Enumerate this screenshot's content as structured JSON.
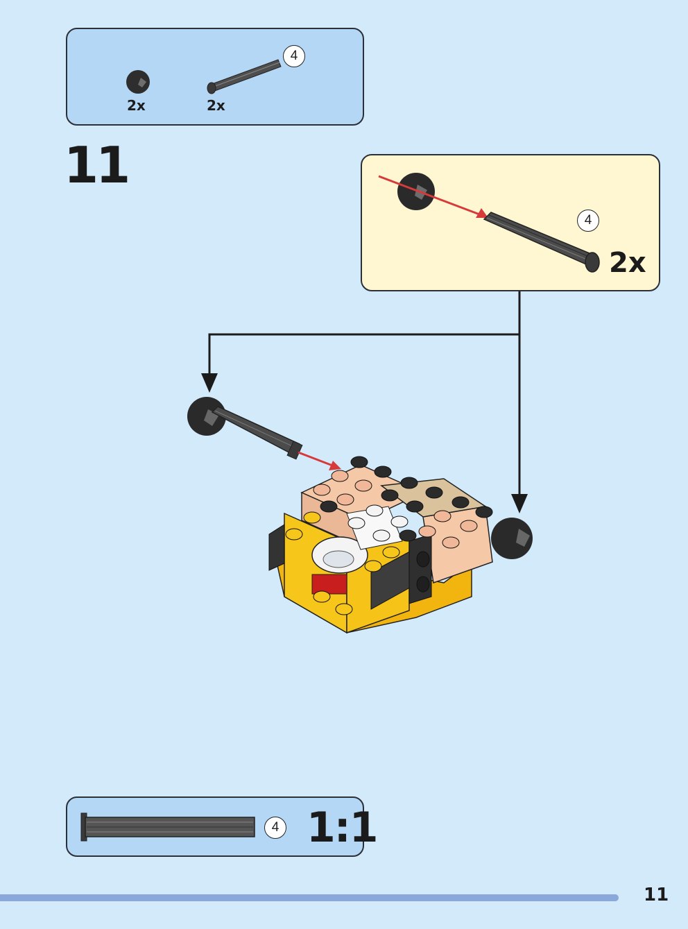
{
  "parts_needed": {
    "items": [
      {
        "icon": "ball-joint-icon",
        "quantity": "2x"
      },
      {
        "icon": "axle-4-icon",
        "quantity": "2x",
        "length_label": "4"
      }
    ]
  },
  "step": {
    "number": "11"
  },
  "subassembly": {
    "quantity": "2x",
    "axle_length_label": "4"
  },
  "scale_reference": {
    "length_label": "4",
    "scale_text": "1:1"
  },
  "footer": {
    "page_number": "11"
  },
  "colors": {
    "page_bg": "#d3eafb",
    "parts_box_bg": "#b4d7f5",
    "subassembly_bg": "#fff6d2",
    "arrow_red": "#d63a3a",
    "brick_yellow": "#f7c61a",
    "brick_tan": "#f5c8a8",
    "brick_dark_gray": "#4a4a4a",
    "progress_bar": "#8aa8da"
  }
}
